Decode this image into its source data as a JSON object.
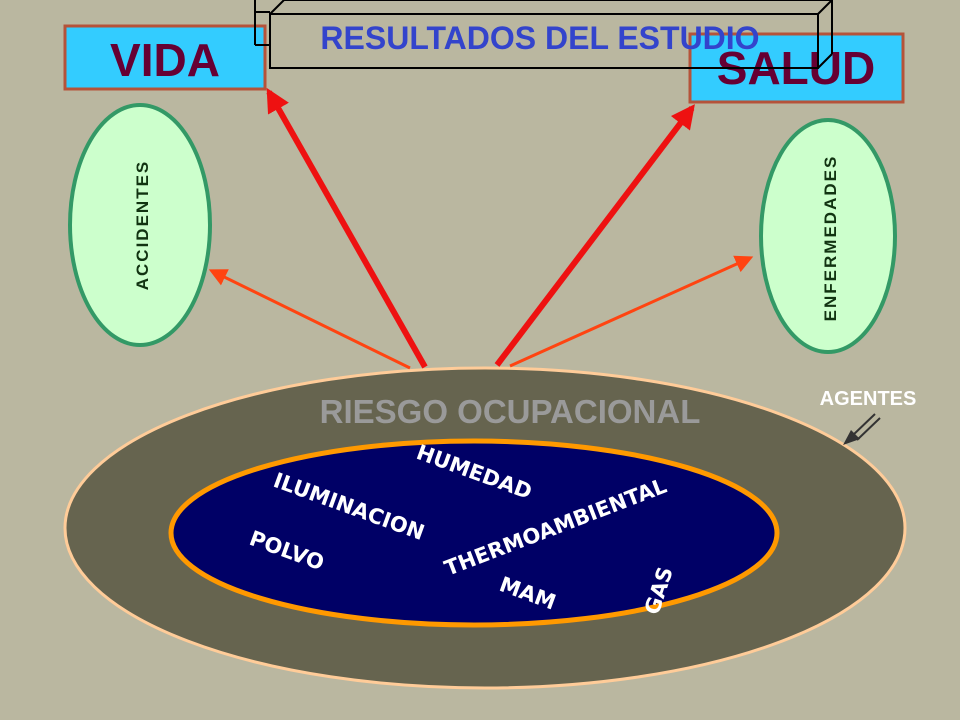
{
  "title": "RESULTADOS DEL ESTUDIO",
  "outcomes": {
    "left": "VIDA",
    "right": "SALUD"
  },
  "consequences": {
    "left": "ACCIDENTES",
    "right": "ENFERMEDADES"
  },
  "risk": {
    "label": "RIESGO OCUPACIONAL",
    "pointer_label": "AGENTES",
    "agents": [
      "HUMEDAD",
      "ILUMINACION",
      "THERMOAMBIENTAL",
      "POLVO",
      "MAM",
      "GAS"
    ]
  },
  "colors": {
    "background": "#bab7a0",
    "outcome_box": "#33ccff",
    "outcome_border": "#b5533a",
    "consequence_fill": "#ccffcc",
    "consequence_border": "#339966",
    "outer_ellipse": "#66644f",
    "outer_border": "#ffcc99",
    "inner_ellipse": "#000066",
    "inner_border": "#ff9900",
    "main_arrows": "#ee1111",
    "side_arrows": "#ff4411",
    "title_text": "#3344cc"
  }
}
